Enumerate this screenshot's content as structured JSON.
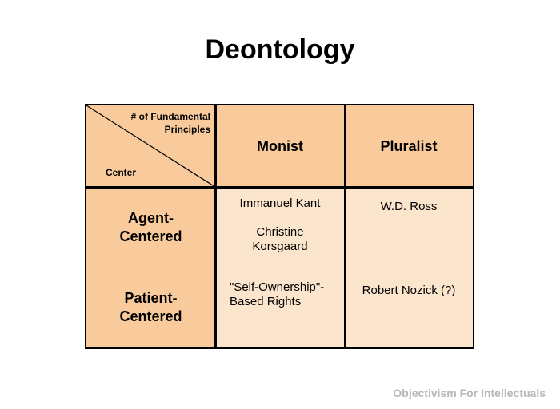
{
  "title": "Deontology",
  "table": {
    "corner": {
      "top_line1": "# of Fundamental",
      "top_line2": "Principles",
      "bottom": "Center"
    },
    "columns": [
      "Monist",
      "Pluralist"
    ],
    "rows": [
      {
        "label_line1": "Agent-",
        "label_line2": "Centered",
        "monist": {
          "line1": "Immanuel Kant",
          "line2": "Christine",
          "line3": "Korsgaard"
        },
        "pluralist": "W.D. Ross"
      },
      {
        "label_line1": "Patient-",
        "label_line2": "Centered",
        "monist": {
          "line1": "\"Self-Ownership\"-",
          "line2": "Based Rights"
        },
        "pluralist": "Robert Nozick (?)"
      }
    ],
    "colors": {
      "header_fill": "#f9cb9c",
      "body_fill": "#fce5cd",
      "border": "#000000"
    }
  },
  "footer": "Objectivism For Intellectuals"
}
